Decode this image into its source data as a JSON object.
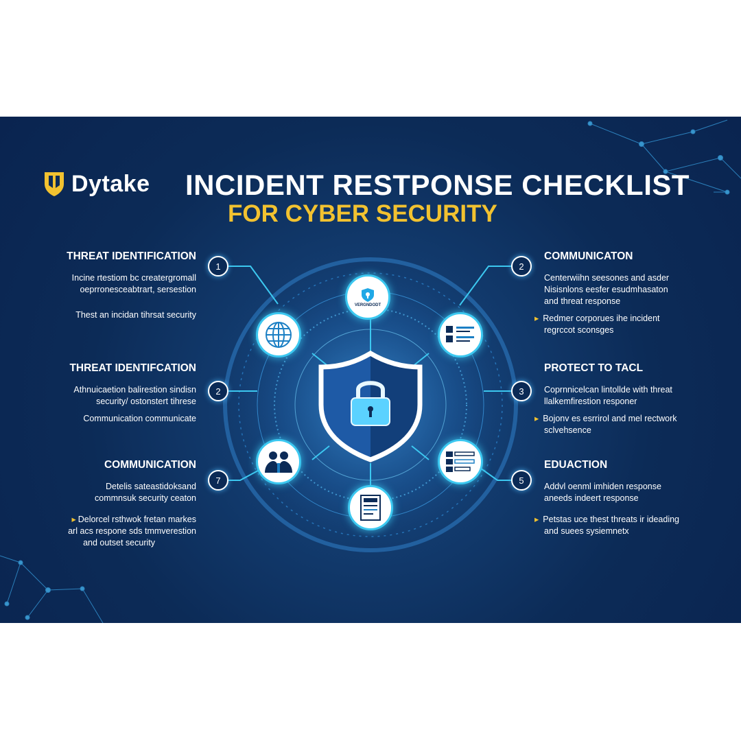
{
  "brand": {
    "name": "Dytake"
  },
  "header": {
    "title": "INCIDENT RESTPONSE CHECKLIST",
    "subtitle": "FOR CYBER SECURITY"
  },
  "colors": {
    "background": "#0c2b57",
    "accent_yellow": "#f2c230",
    "accent_cyan": "#3cc8f0",
    "text": "#ffffff"
  },
  "left_sections": [
    {
      "title": "THREAT IDENTIFICATION",
      "number": "1",
      "lines": [
        "Incine rtestiom bc creatergromall",
        "oeprronesceabtrart, sersestion"
      ],
      "bullets": [
        "Thest an incidan tihrsat security"
      ]
    },
    {
      "title": "THREAT IDENTIFCATION",
      "number": "2",
      "lines": [
        "Athnuicaetion balirestion sindisn",
        "security/ ostonstert tihrese"
      ],
      "bullets": [
        "Communication communicate"
      ]
    },
    {
      "title": "COMMUNICATION",
      "number": "7",
      "lines": [
        "Detelis sateastidoksand",
        "commnsuk security ceaton"
      ],
      "bullets": [
        "Delorcel rsthwok fretan markes",
        "arl acs respone sds tmmverestion",
        "and outset security"
      ]
    }
  ],
  "right_sections": [
    {
      "title": "COMMUNICATON",
      "number": "2",
      "lines": [
        "Centerwiihn seesones and asder",
        "Nisisnlons eesfer esudmhasaton",
        "and threat response"
      ],
      "bullets": [
        "Redmer corporues ihe incident",
        "regrccot sconsges"
      ]
    },
    {
      "title": "PROTECT TO TACL",
      "number": "3",
      "lines": [
        "Coprnnicelcan lintollde with threat",
        "llalkemfirestion responer"
      ],
      "bullets": [
        "Bojonv es esrrirol and mel rectwork",
        "sclvehsence"
      ]
    },
    {
      "title": "EDUACTION",
      "number": "5",
      "lines": [
        "Addvl oenml imhiden response",
        "aneeds indeert response"
      ],
      "bullets": [
        "Petstas uce thest threats ir ideading",
        "and suees sysiemnetx"
      ]
    }
  ],
  "hub_icons": {
    "top": {
      "icon": "shield-badge-icon",
      "label": "VERGNDODT"
    },
    "upper_left": {
      "icon": "globe-icon"
    },
    "upper_right": {
      "icon": "checklist-icon"
    },
    "lower_left": {
      "icon": "people-icon"
    },
    "lower_right": {
      "icon": "list-icon"
    },
    "bottom": {
      "icon": "document-icon"
    },
    "center": {
      "icon": "shield-lock-icon"
    }
  }
}
